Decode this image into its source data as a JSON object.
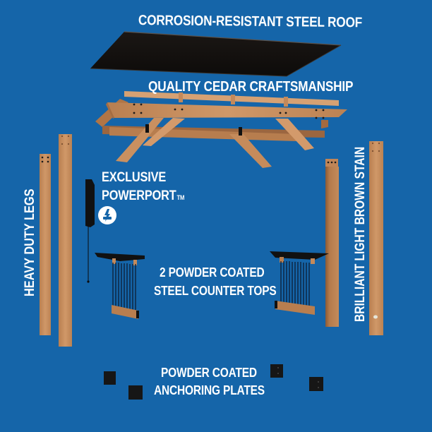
{
  "image": {
    "background_color": "#1565a9",
    "wood_color": "#c98e5e",
    "steel_color": "#141414"
  },
  "labels": {
    "roof": "CORROSION-RESISTANT STEEL ROOF",
    "frame": "QUALITY CEDAR CRAFTSMANSHIP",
    "powerport_line1": "EXCLUSIVE",
    "powerport_line2": "POWERPORT",
    "powerport_tm": "TM",
    "counter_line1": "2 POWDER COATED",
    "counter_line2": "STEEL COUNTER TOPS",
    "anchor_line1": "POWDER COATED",
    "anchor_line2": "ANCHORING PLATES",
    "legs": "HEAVY DUTY LEGS",
    "stain": "BRILLIANT LIGHT BROWN STAIN"
  },
  "components": [
    {
      "name": "steel-roof-panel"
    },
    {
      "name": "cedar-roof-frame"
    },
    {
      "name": "powerport-outlet"
    },
    {
      "name": "counter-top-left"
    },
    {
      "name": "counter-top-right"
    },
    {
      "name": "leg-post",
      "count": 4
    },
    {
      "name": "anchoring-plate",
      "count": 4
    }
  ]
}
